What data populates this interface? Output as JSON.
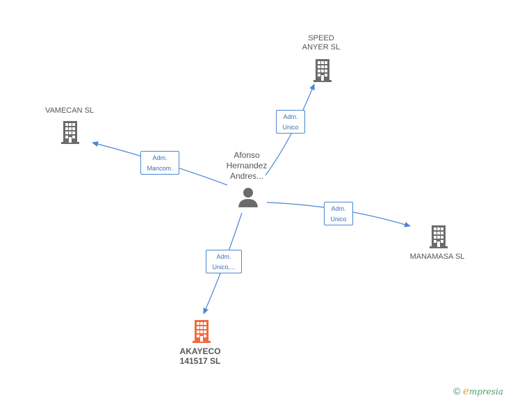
{
  "colors": {
    "edge": "#4a86d4",
    "building": "#6b6b6b",
    "building_focus": "#f26a3a",
    "person": "#6b6b6b"
  },
  "nodes": {
    "person": {
      "label": "Afonso\nHernandez\nAndres...",
      "icon": "person-icon"
    },
    "speed": {
      "label": "SPEED\nANYER SL",
      "icon": "building-icon"
    },
    "vamecan": {
      "label": "VAMECAN SL",
      "icon": "building-icon"
    },
    "manamasa": {
      "label": "MANAMASA  SL",
      "icon": "building-icon"
    },
    "akayeco": {
      "label": "AKAYECO\n141517  SL",
      "icon": "building-icon"
    }
  },
  "edges": {
    "speed": {
      "label": "Adm.\nUnico"
    },
    "vamecan": {
      "label": "Adm.\nMancom."
    },
    "manamasa": {
      "label": "Adm.\nUnico"
    },
    "akayeco": {
      "label": "Adm.\nUnico,..."
    }
  },
  "footer": {
    "copyright": "©",
    "brand_initial": "e",
    "brand_rest": "mpresia"
  }
}
